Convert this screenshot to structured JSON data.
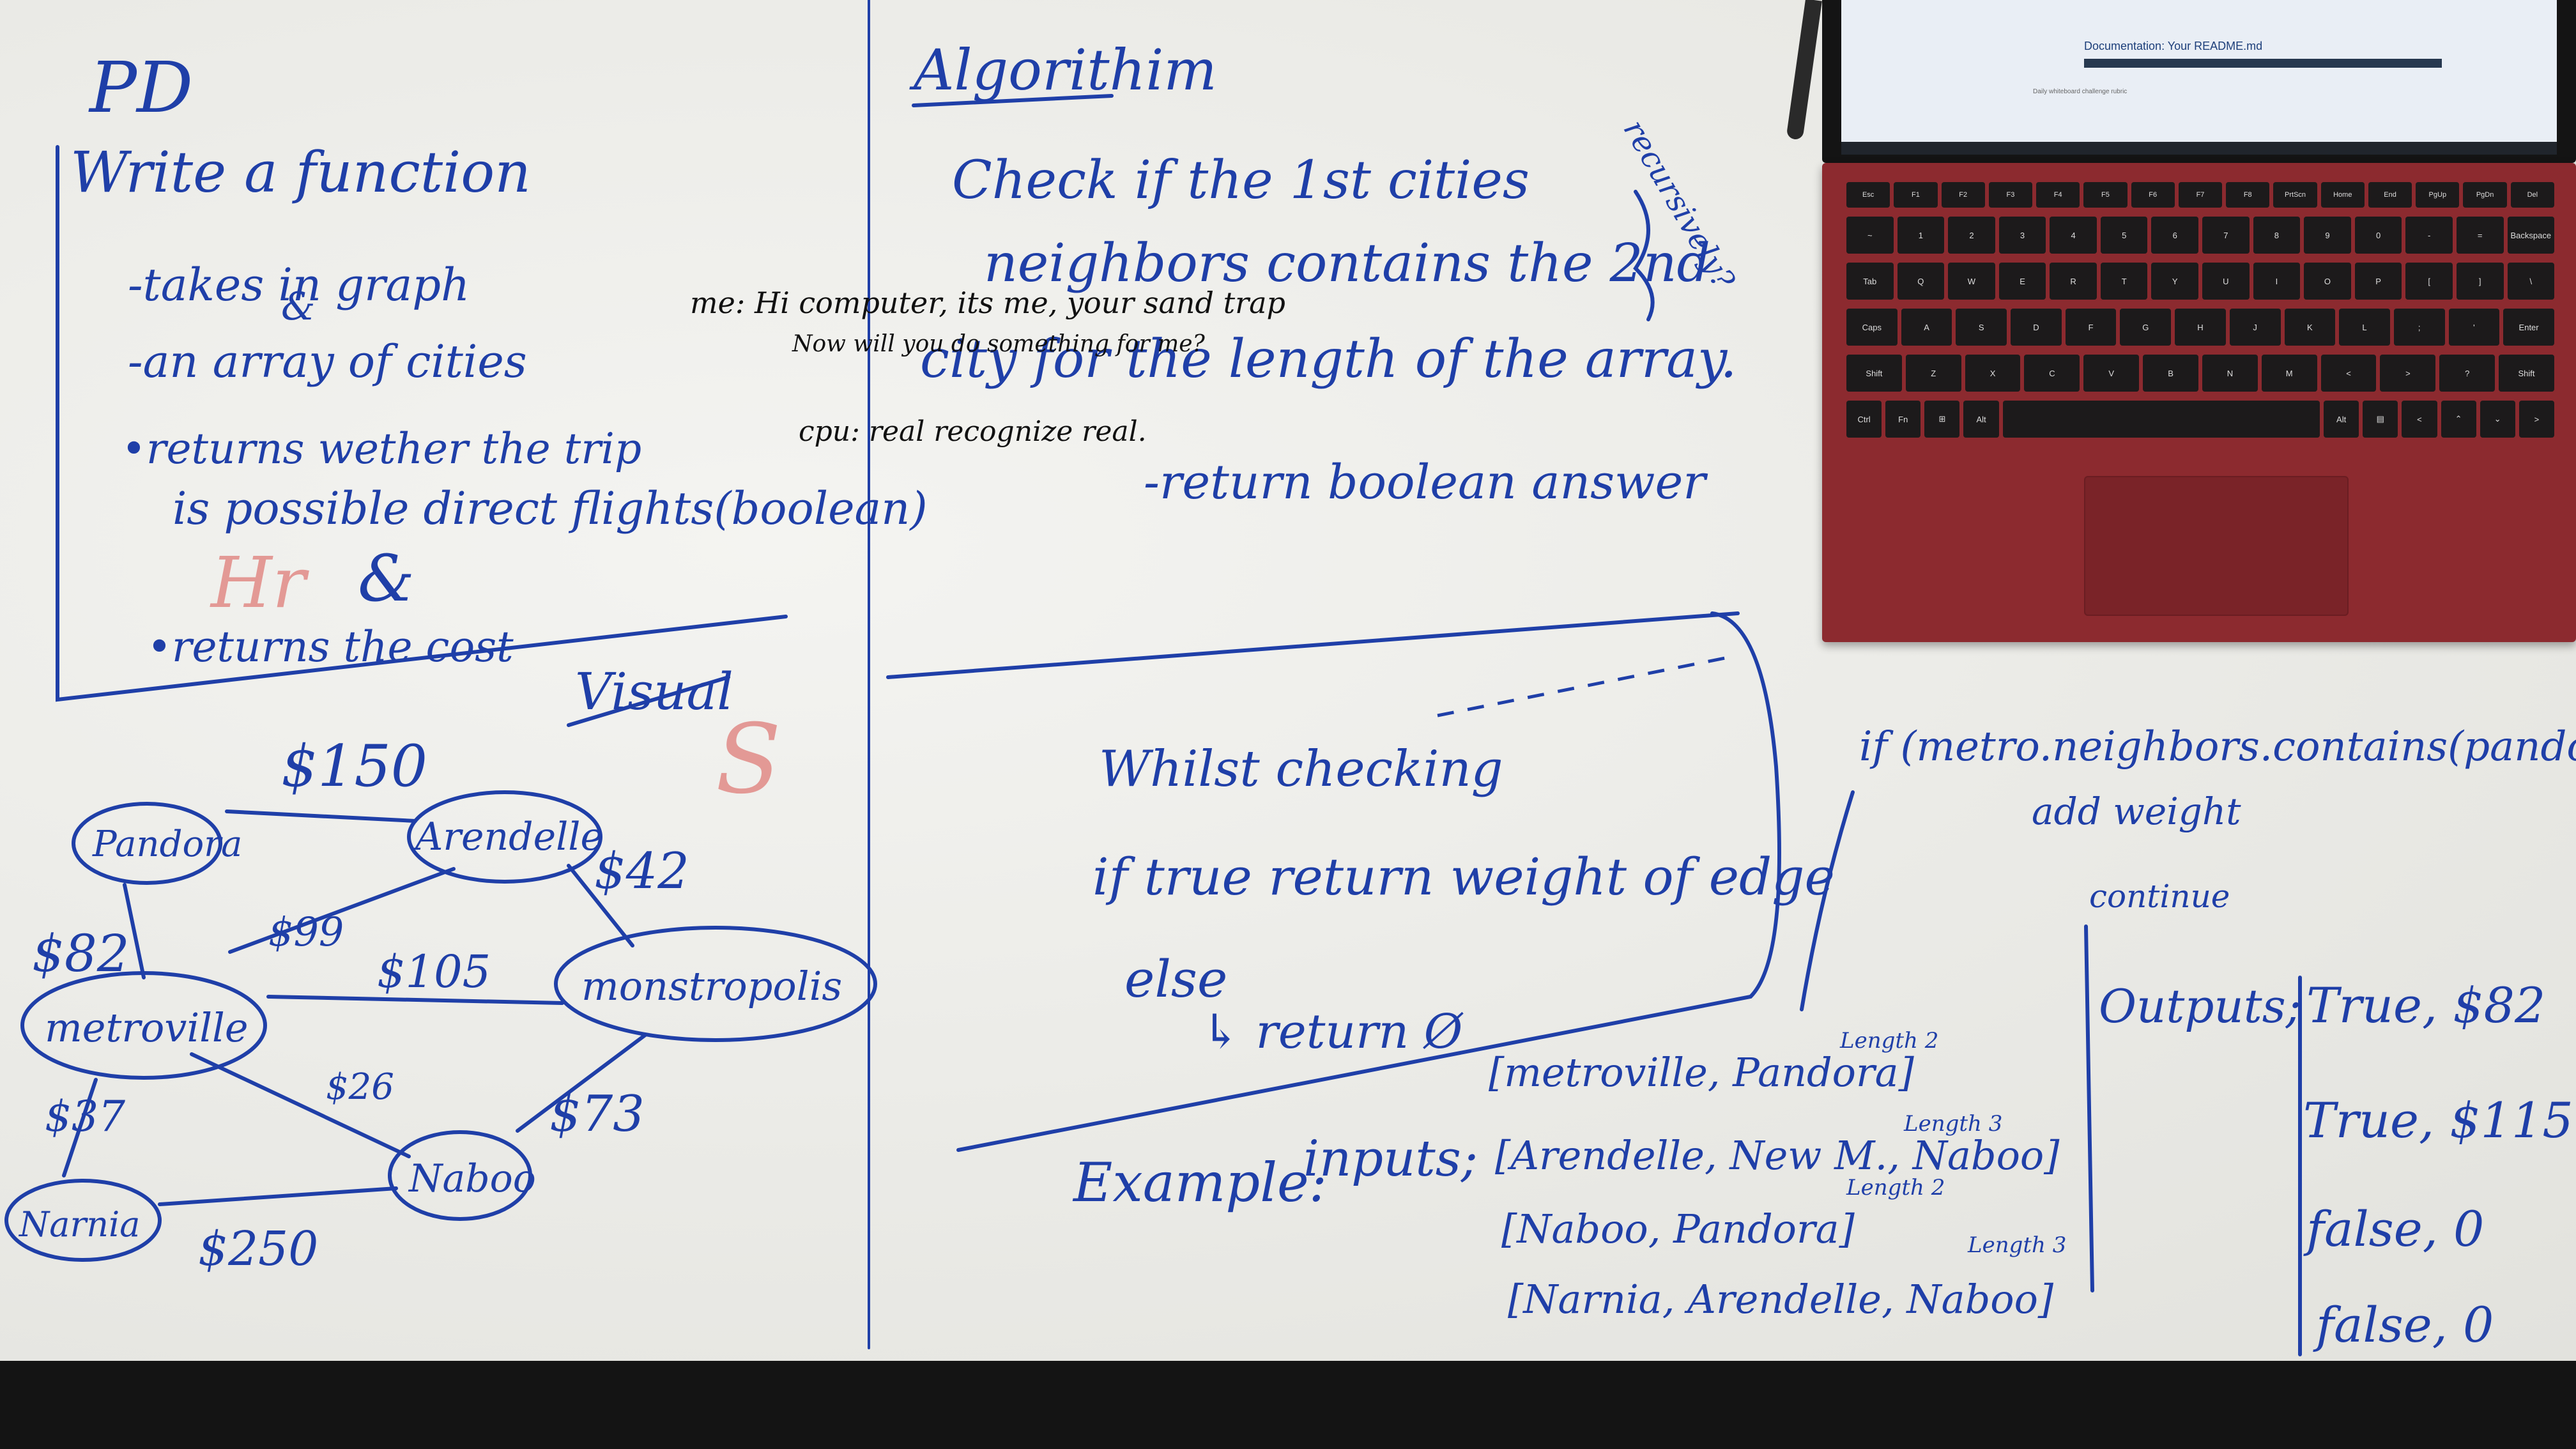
{
  "problem": {
    "heading": "PD",
    "lines": [
      "Write a function",
      "-takes in graph",
      "&",
      "-an array of cities",
      "•returns wether the trip",
      "is possible direct flights(boolean)",
      "&",
      "•returns the cost"
    ]
  },
  "visual_label": "Visual",
  "graph": {
    "nodes": [
      "Pandora",
      "Arendelle",
      "metroville",
      "monstropolis",
      "Narnia",
      "Naboo"
    ],
    "edges": [
      "$150",
      "$82",
      "$99",
      "$42",
      "$105",
      "$37",
      "$26",
      "$73",
      "$250"
    ]
  },
  "algorithm": {
    "heading": "Algorithim",
    "lines": [
      "Check if the 1st cities",
      "neighbors contains the 2nd",
      "city for the length of the array.",
      "-return boolean answer"
    ],
    "side_note": "recursively?"
  },
  "dialogue": {
    "line1": "me: Hi computer, its me, your sand trap",
    "line2": "Now will you do something for me?",
    "line3": "cpu: real recognize real."
  },
  "whilst": {
    "line1": "Whilst checking",
    "line2": "if true return weight of edge",
    "line3": "else",
    "line4": "↳ return Ø"
  },
  "condition": {
    "line1": "if (metro.neighbors.contains(pandora))",
    "line2": "add weight",
    "line3": "continue"
  },
  "example": {
    "label": "Example:",
    "inputs_label": "inputs;",
    "inputs": [
      {
        "value": "[metroville, Pandora]",
        "length": "Length 2"
      },
      {
        "value": "[Arendelle, New M., Naboo]",
        "length": "Length 3"
      },
      {
        "value": "[Naboo, Pandora]",
        "length": "Length 2"
      },
      {
        "value": "[Narnia, Arendelle, Naboo]",
        "length": "Length 3"
      }
    ],
    "outputs_label": "Outputs;",
    "outputs": [
      "True, $82",
      "True, $115",
      "false, 0",
      "false, 0"
    ]
  },
  "laptop": {
    "doc_title": "Documentation: Your README.md",
    "subtitle": "Daily whiteboard challenge rubric",
    "keys_row1": [
      "Esc",
      "F1",
      "F2",
      "F3",
      "F4",
      "F5",
      "F6",
      "F7",
      "F8",
      "PrtScn",
      "Home",
      "End",
      "PgUp",
      "PgDn",
      "Del"
    ],
    "keys_row2": [
      "~",
      "1",
      "2",
      "3",
      "4",
      "5",
      "6",
      "7",
      "8",
      "9",
      "0",
      "-",
      "=",
      "Backspace"
    ],
    "keys_row3": [
      "Tab",
      "Q",
      "W",
      "E",
      "R",
      "T",
      "Y",
      "U",
      "I",
      "O",
      "P",
      "[",
      "]",
      "\\"
    ],
    "keys_row4": [
      "Caps",
      "A",
      "S",
      "D",
      "F",
      "G",
      "H",
      "J",
      "K",
      "L",
      ";",
      "'",
      "Enter"
    ],
    "keys_row5": [
      "Shift",
      "Z",
      "X",
      "C",
      "V",
      "B",
      "N",
      "M",
      "<",
      ">",
      "?",
      "Shift"
    ],
    "keys_row6": [
      "Ctrl",
      "Fn",
      "⊞",
      "Alt",
      "",
      "Alt",
      "▤",
      "<",
      "⌃",
      "⌄",
      ">"
    ]
  }
}
